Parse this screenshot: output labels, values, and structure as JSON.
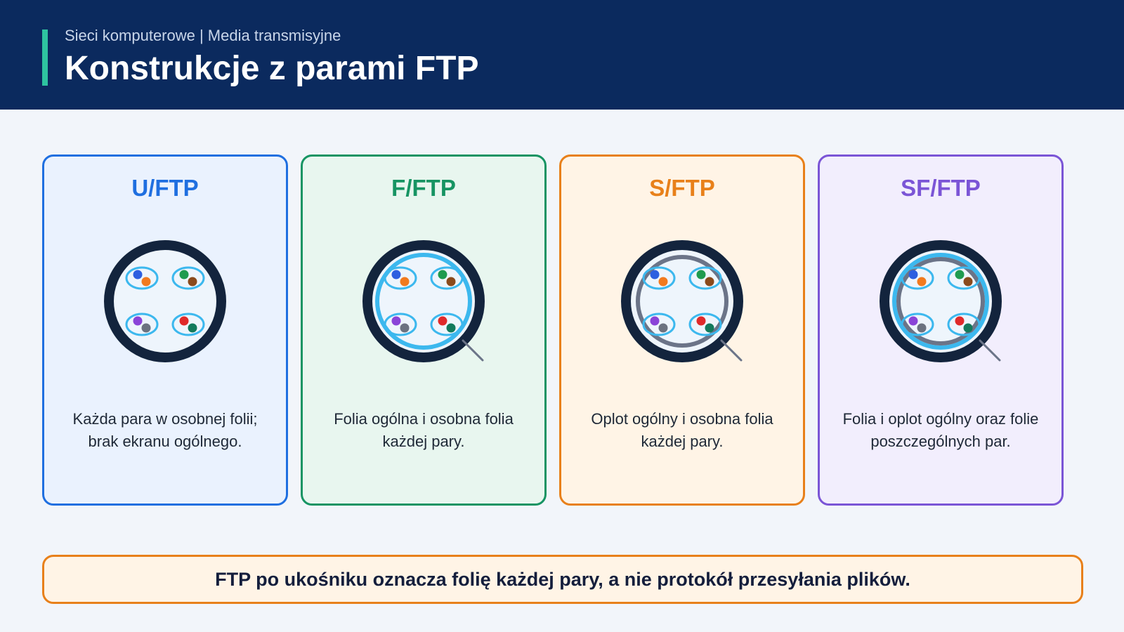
{
  "header": {
    "subtitle": "Sieci komputerowe | Media transmisyjne",
    "title": "Konstrukcje z parami FTP"
  },
  "cards": [
    {
      "title": "U/FTP",
      "description": "Każda para w osobnej folii; brak ekranu ogólnego.",
      "border_color": "#1f6fe0",
      "background": "#eaf2fe",
      "title_color": "#1f6fe0",
      "overall_foil": false,
      "overall_braid": false,
      "drain_wire": false
    },
    {
      "title": "F/FTP",
      "description": "Folia ogólna i osobna folia każdej pary.",
      "border_color": "#179463",
      "background": "#e8f6ef",
      "title_color": "#179463",
      "overall_foil": true,
      "overall_braid": false,
      "drain_wire": true
    },
    {
      "title": "S/FTP",
      "description": "Oplot ogólny i osobna folia każdej pary.",
      "border_color": "#e8801a",
      "background": "#fff4e6",
      "title_color": "#e8801a",
      "overall_foil": false,
      "overall_braid": true,
      "drain_wire": true
    },
    {
      "title": "SF/FTP",
      "description": "Folia i oplot ogólny oraz folie poszczególnych par.",
      "border_color": "#7b55d6",
      "background": "#f2eefd",
      "title_color": "#7b55d6",
      "overall_foil": true,
      "overall_braid": true,
      "drain_wire": true
    }
  ],
  "wire_pairs": [
    [
      "#2d5fe0",
      "#f27a1e"
    ],
    [
      "#1f9b4f",
      "#8a4a1c"
    ],
    [
      "#8a44d8",
      "#6b7280"
    ],
    [
      "#e02a2a",
      "#127a5c"
    ]
  ],
  "colors": {
    "jacket": "#13243d",
    "pair_foil": "#3cb8ee",
    "overall_foil": "#3cb8ee",
    "braid": "#6b7488",
    "core": "#eef5fc"
  },
  "note": "FTP po ukośniku oznacza folię każdej pary, a nie protokół przesyłania plików."
}
